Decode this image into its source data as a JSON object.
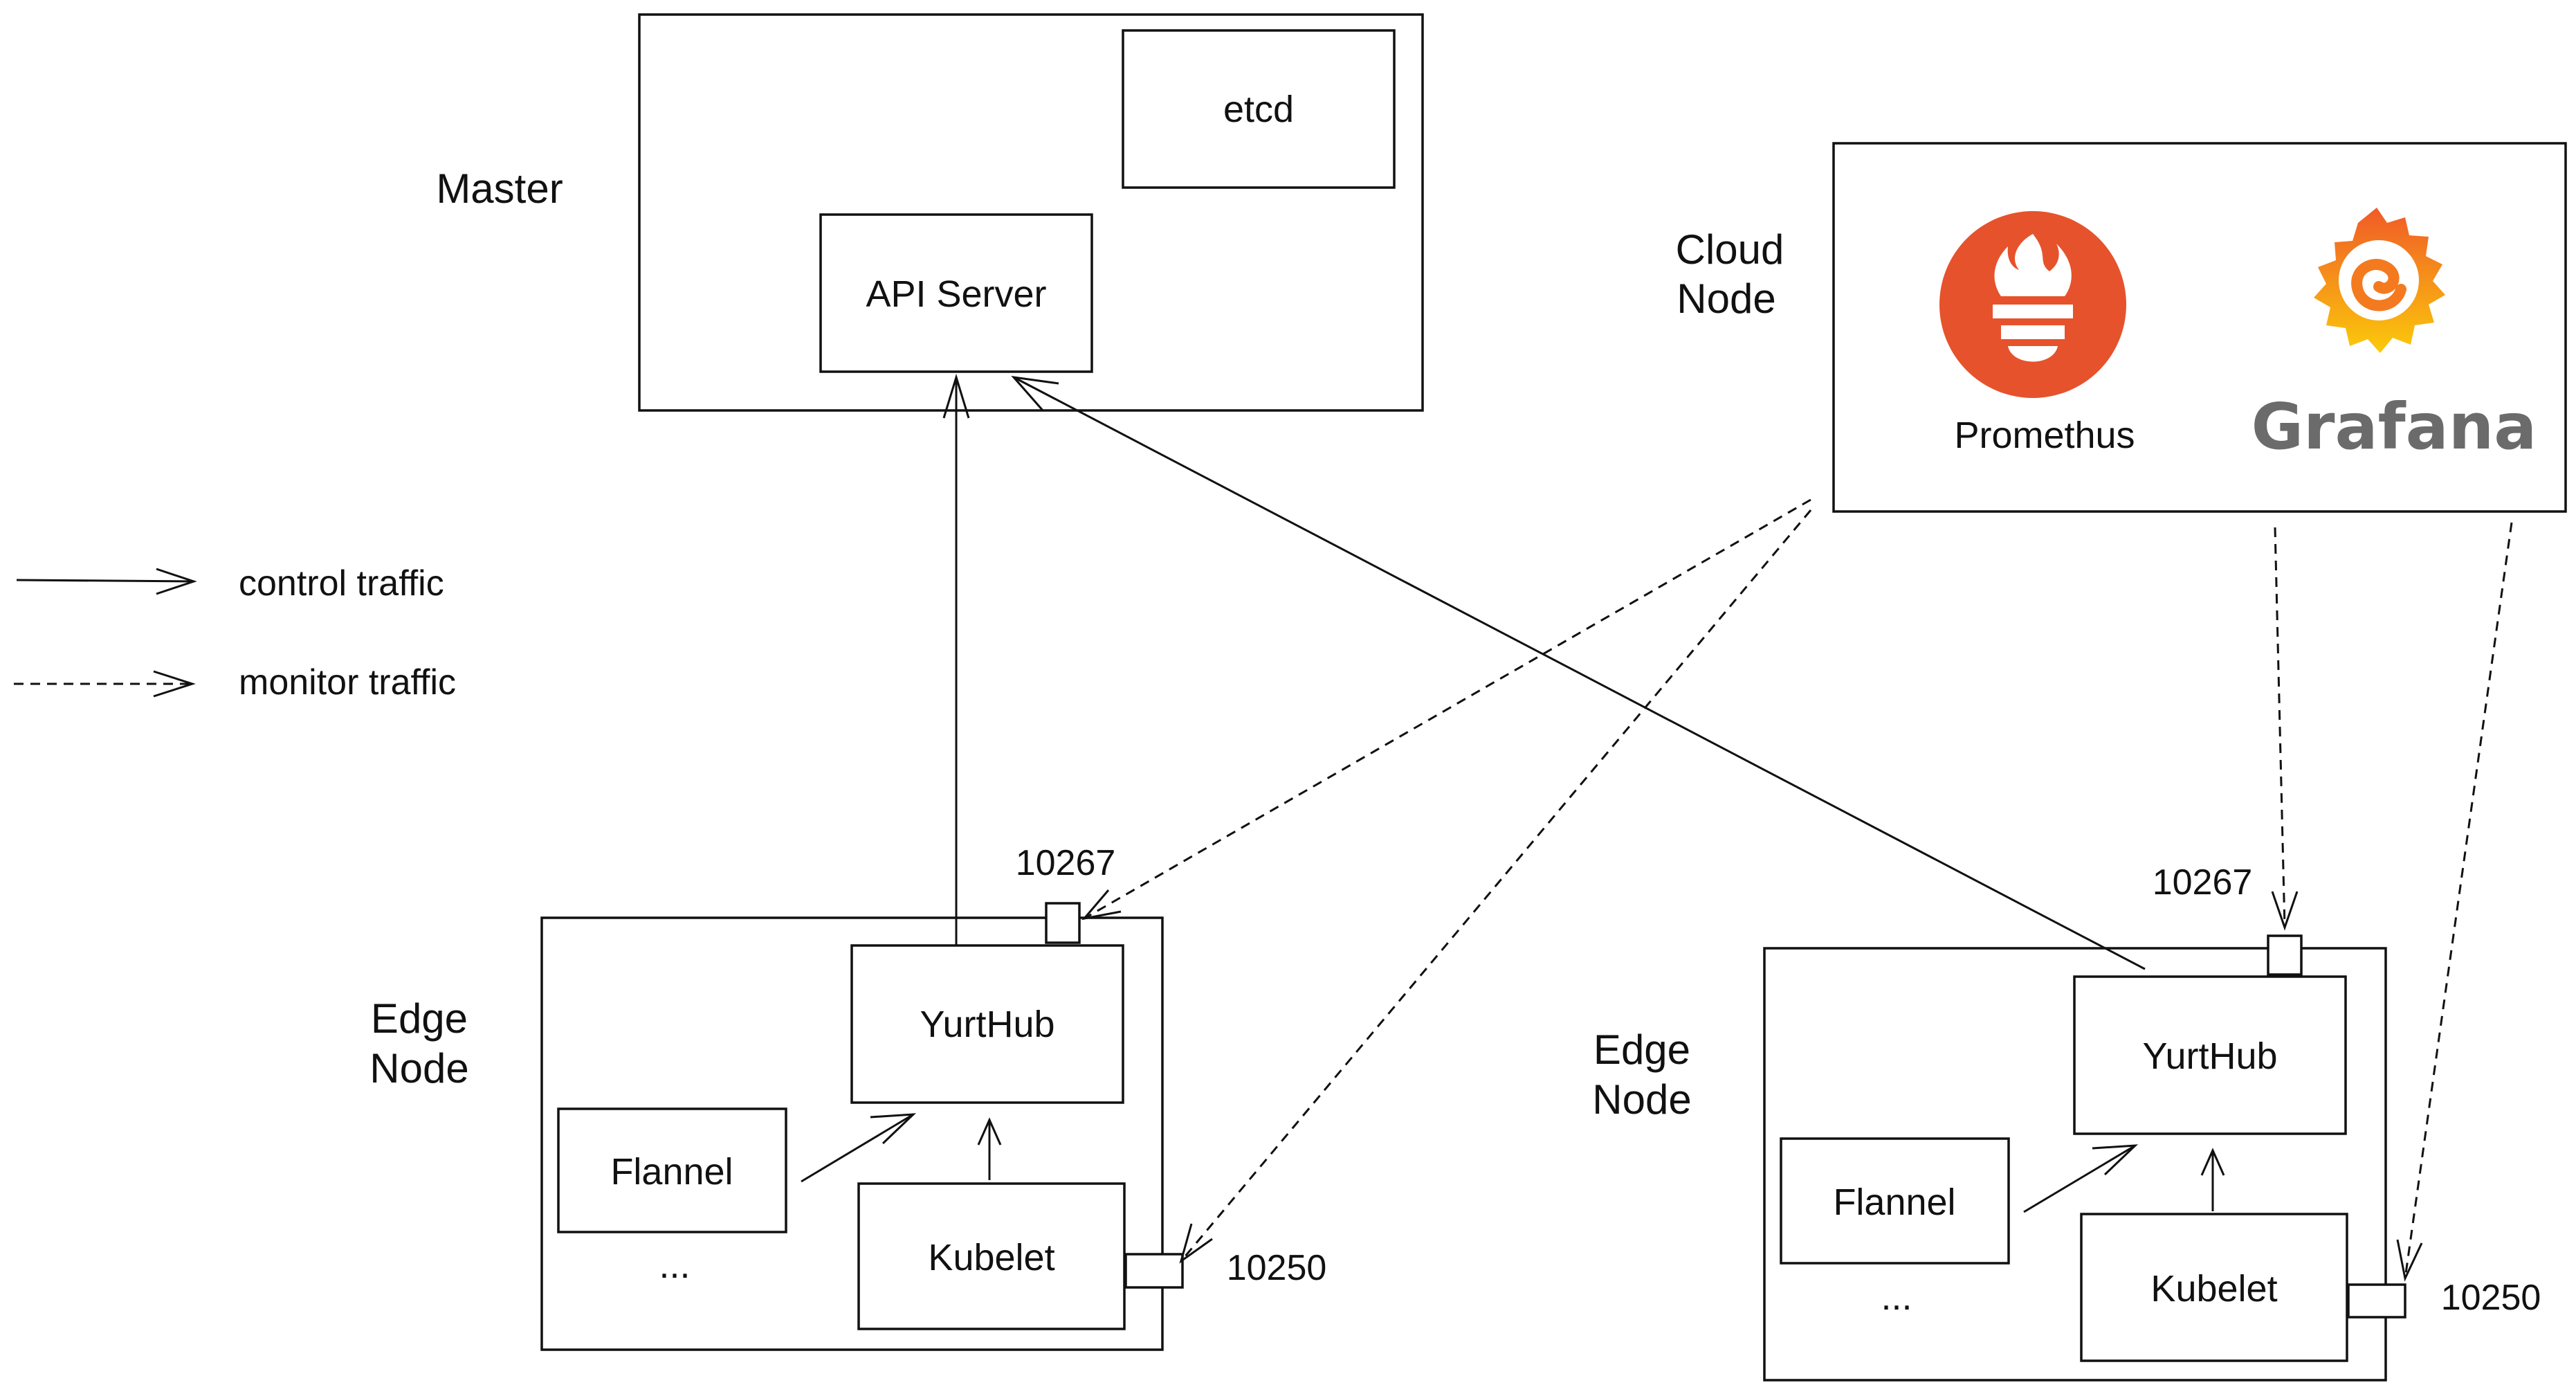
{
  "master": {
    "label": "Master",
    "etcd": "etcd",
    "api_server": "API Server"
  },
  "cloud_node": {
    "label_line1": "Cloud",
    "label_line2": "Node",
    "prometheus_label": "Promethus",
    "grafana_label": "Grafana",
    "prometheus_color": "#e6522c",
    "grafana_colors": [
      "#f05a28",
      "#fbca0a"
    ]
  },
  "legend": {
    "control": "control traffic",
    "monitor": "monitor traffic"
  },
  "edge_left": {
    "label_line1": "Edge",
    "label_line2": "Node",
    "yurthub": "YurtHub",
    "flannel": "Flannel",
    "kubelet": "Kubelet",
    "ellipsis": "...",
    "port_yurthub": "10267",
    "port_kubelet": "10250"
  },
  "edge_right": {
    "label_line1": "Edge",
    "label_line2": "Node",
    "yurthub": "YurtHub",
    "flannel": "Flannel",
    "kubelet": "Kubelet",
    "ellipsis": "...",
    "port_yurthub": "10267",
    "port_kubelet": "10250"
  }
}
